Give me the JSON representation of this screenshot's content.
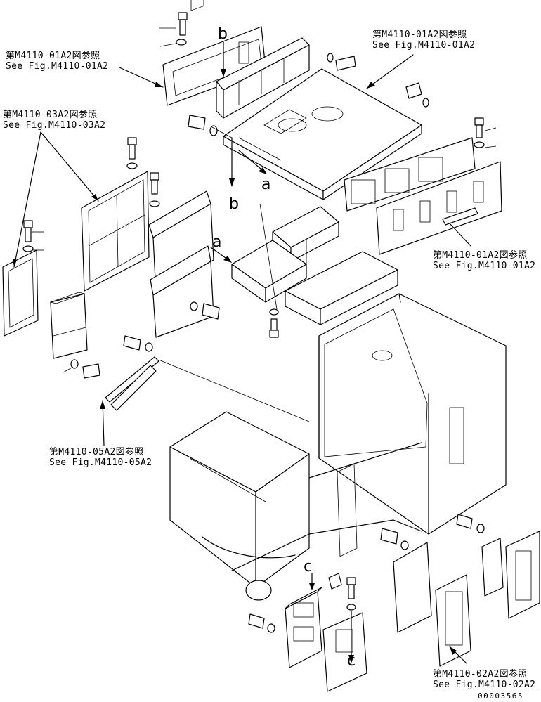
{
  "references": {
    "ref_top_left": {
      "jp": "第M4110-01A2図参照",
      "en": "See Fig.M4110-01A2"
    },
    "ref_top_right": {
      "jp": "第M4110-01A2図参照",
      "en": "See Fig.M4110-01A2"
    },
    "ref_left_mid": {
      "jp": "第M4110-03A2図参照",
      "en": "See Fig.M4110-03A2"
    },
    "ref_right_mid": {
      "jp": "第M4110-01A2図参照",
      "en": "See Fig.M4110-01A2"
    },
    "ref_bottom_left": {
      "jp": "第M4110-05A2図参照",
      "en": "See Fig.M4110-05A2"
    },
    "ref_bottom_right": {
      "jp": "第M4110-02A2図参照",
      "en": "See Fig.M4110-02A2"
    }
  },
  "markers": {
    "b_top": "b",
    "b_mid": "b",
    "a_top": "a",
    "a_mid": "a",
    "c_top": "c",
    "c_bottom": "c"
  },
  "document_number": "00003565"
}
